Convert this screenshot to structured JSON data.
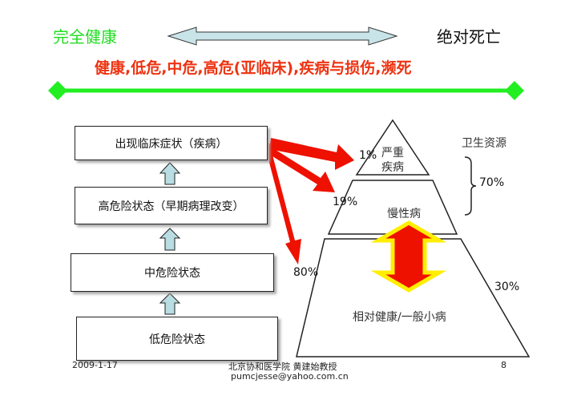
{
  "header": {
    "left": "完全健康",
    "right": "绝对死亡",
    "spectrum": "健康,低危,中危,高危(亚临床),疾病与损伤,濒死"
  },
  "stages": [
    "出现临床症状（疾病）",
    "高危险状态（早期病理改变）",
    "中危险状态",
    "低危险状态"
  ],
  "pyramid": {
    "top": [
      "严重",
      "疾病"
    ],
    "middle": "慢性病",
    "bottom": "相对健康/一般小病",
    "resources_label": "卫生资源",
    "pct_top": "1%",
    "pct_mid": "19%",
    "pct_bottom": "80%",
    "res_upper": "70%",
    "res_lower": "30%"
  },
  "footer": {
    "date": "2009-1-17",
    "author": "北京协和医学院 黄建始教授",
    "email": "pumcjesse@yahoo.com.cn",
    "page": "8"
  },
  "colors": {
    "green": "#22dd22",
    "red": "#ee2200",
    "arrow_fill": "#c8e4e8"
  }
}
